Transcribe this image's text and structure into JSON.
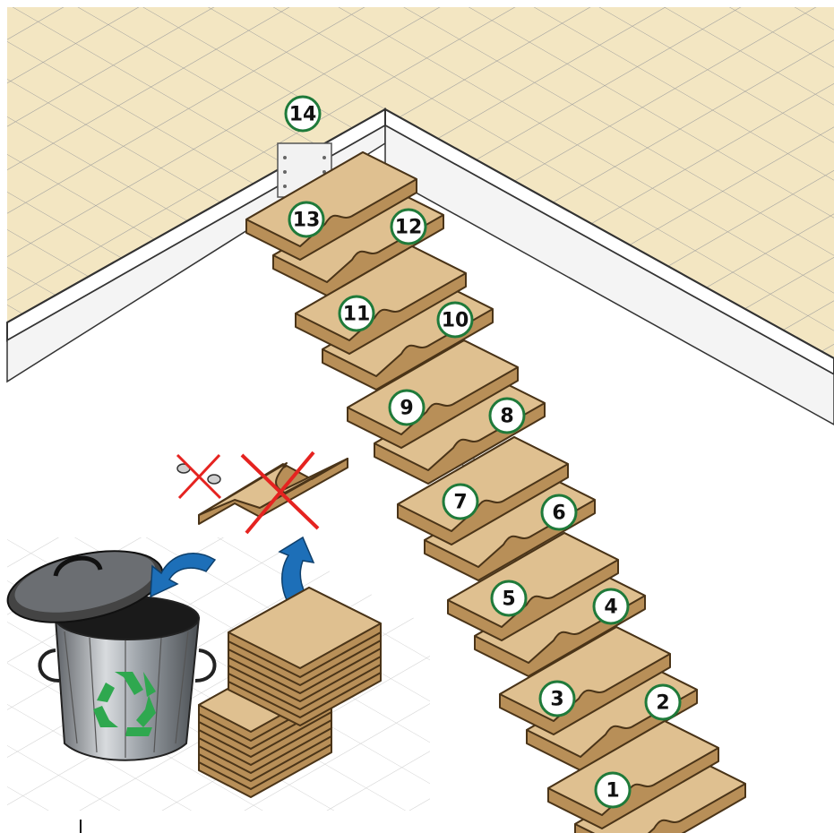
{
  "steps": [
    {
      "label": "1"
    },
    {
      "label": "2"
    },
    {
      "label": "3"
    },
    {
      "label": "4"
    },
    {
      "label": "5"
    },
    {
      "label": "6"
    },
    {
      "label": "7"
    },
    {
      "label": "8"
    },
    {
      "label": "9"
    },
    {
      "label": "10"
    },
    {
      "label": "11"
    },
    {
      "label": "12"
    },
    {
      "label": "13"
    },
    {
      "label": "14"
    }
  ],
  "colors": {
    "floor_tile": "#f3e6c2",
    "tile_line": "#9a9a9a",
    "wall": "#ffffff",
    "tread": "#dfc090",
    "tread_edge": "#b88f58",
    "badge_border": "#1f7a3a",
    "discard_cross": "#e52320",
    "arrow_blue": "#1d6fb8",
    "recycle_green": "#2fa84f",
    "bin_metal": "#9aa0a6"
  },
  "icons": {
    "bin": "trash-can-icon",
    "recycle": "recycle-icon",
    "discard_mark": "cross-icon",
    "move_arrow": "curved-arrow-icon"
  }
}
